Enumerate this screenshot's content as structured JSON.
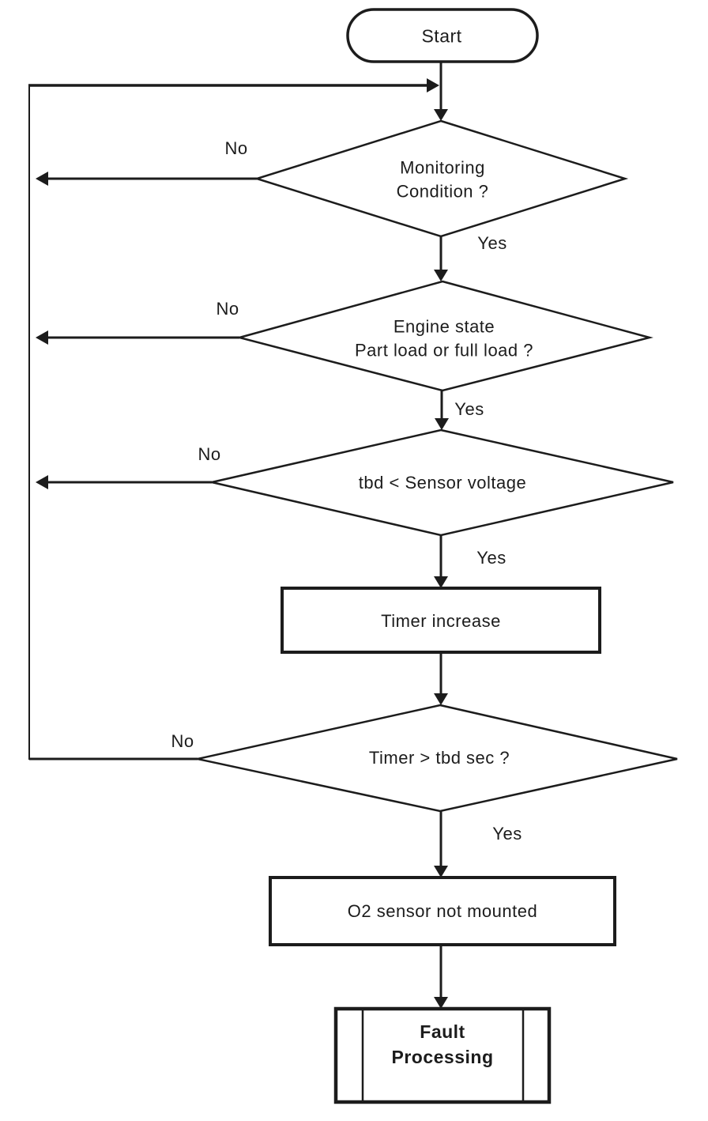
{
  "flowchart": {
    "start": {
      "label": "Start"
    },
    "decisions": [
      {
        "label": "Monitoring\nCondition ?",
        "no_label": "No",
        "yes_label": "Yes"
      },
      {
        "label": "Engine state\nPart load or full load ?",
        "no_label": "No",
        "yes_label": "Yes"
      },
      {
        "label": "tbd < Sensor voltage",
        "no_label": "No",
        "yes_label": "Yes"
      },
      {
        "label": "Timer > tbd sec ?",
        "no_label": "No",
        "yes_label": "Yes"
      }
    ],
    "processes": [
      {
        "label": "Timer increase"
      },
      {
        "label": "O2 sensor not mounted"
      }
    ],
    "terminal": {
      "label": "Fault\nProcessing"
    }
  },
  "colors": {
    "ink": "#1c1c1c",
    "background": "#ffffff"
  }
}
